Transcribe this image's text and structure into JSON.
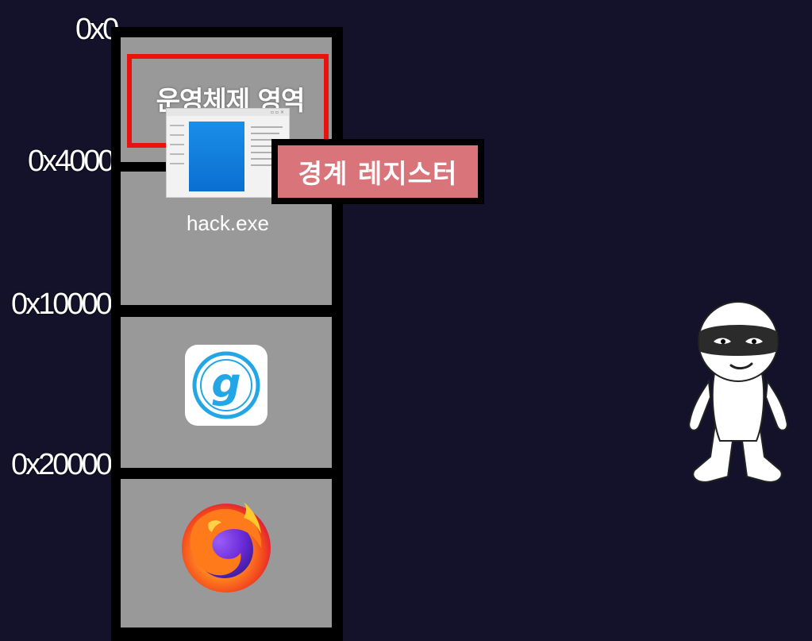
{
  "addresses": {
    "a0": "0x0",
    "a1": "0x4000",
    "a2": "0x10000",
    "a3": "0x20000"
  },
  "os_region_label": "운영체제 영역",
  "register_label": "경계 레지스터",
  "hack_file_label": "hack.exe",
  "colors": {
    "background": "#14122a",
    "segment": "#999999",
    "os_highlight": "#e8120e",
    "register_fill": "#d9757a"
  },
  "icons": [
    "window-file-icon",
    "gom-app-icon",
    "firefox-icon",
    "hacker-character"
  ]
}
